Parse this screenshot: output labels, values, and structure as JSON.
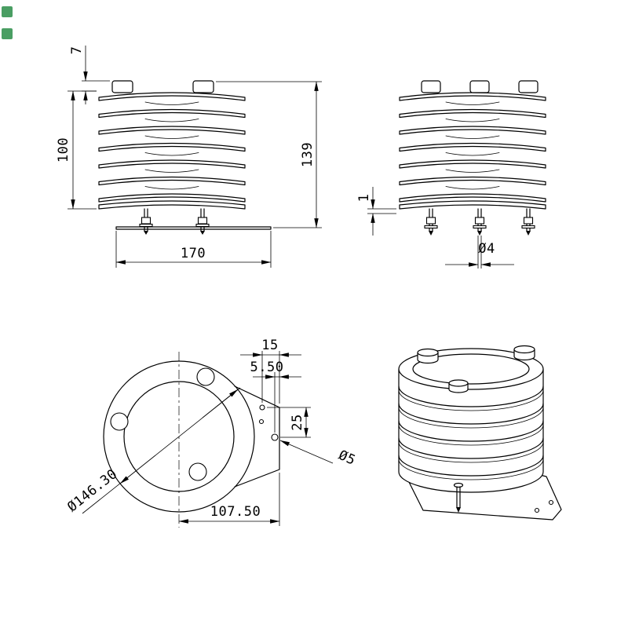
{
  "colors": {
    "background": "#ffffff",
    "line": "#000000",
    "corner_markers": "#4a9e63"
  },
  "dimensions": {
    "front_view": {
      "cap_height": "7",
      "louver_stack_height": "100",
      "overall_height": "139",
      "base_width": "170"
    },
    "side_view": {
      "washer_thickness": "1",
      "bolt_diameter": "Ø4"
    },
    "bottom_view": {
      "tab_offset": "15",
      "edge_offset": "5.50",
      "hole_spacing": "25",
      "small_hole_diameter": "Ø5",
      "flange_diameter": "Ø146.30",
      "bracket_reach": "107.50"
    }
  }
}
